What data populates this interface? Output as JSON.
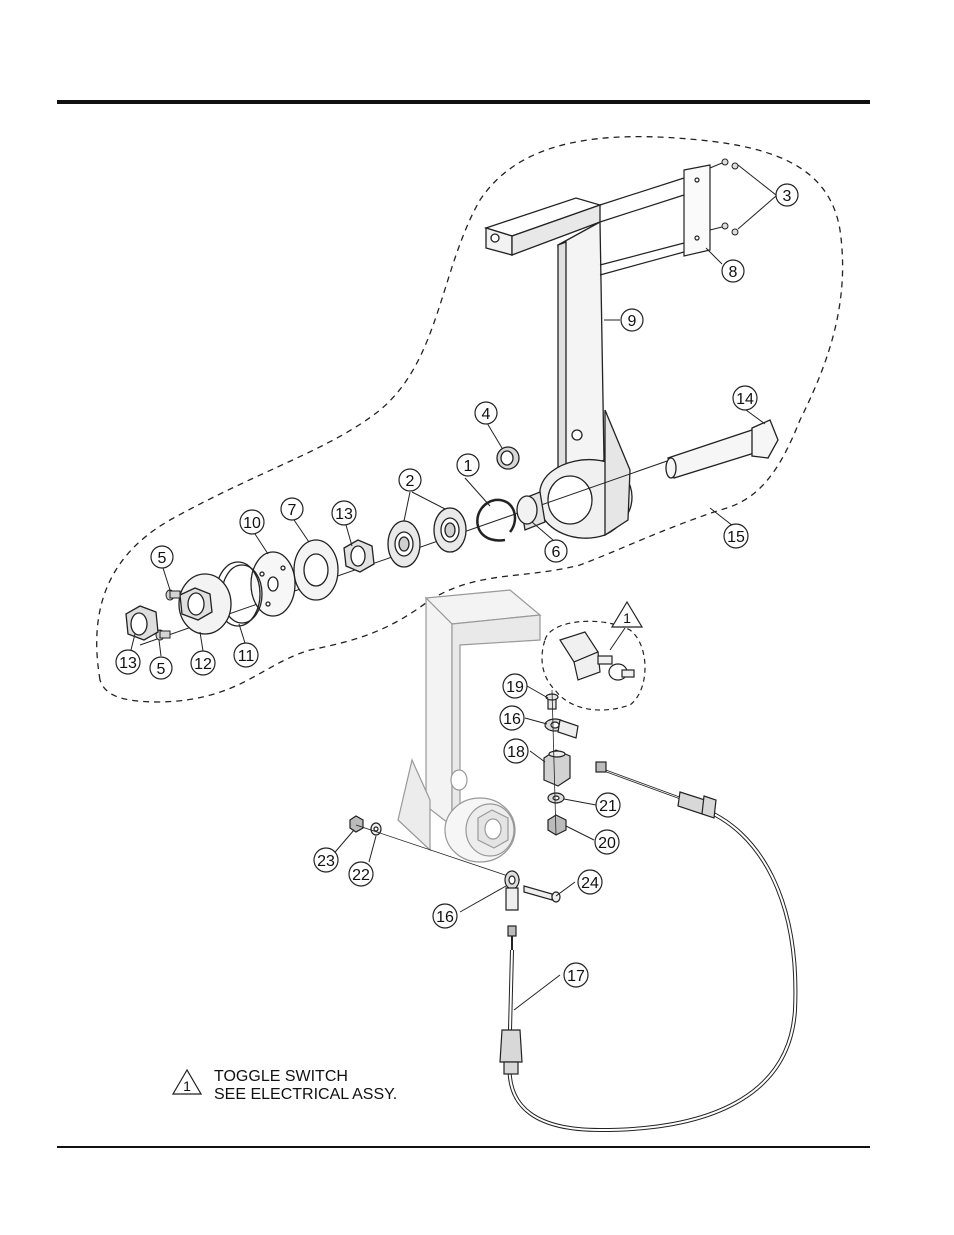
{
  "callouts": [
    "1",
    "2",
    "3",
    "4",
    "5",
    "5",
    "6",
    "7",
    "8",
    "9",
    "10",
    "11",
    "12",
    "13",
    "13",
    "14",
    "15",
    "16",
    "16",
    "17",
    "18",
    "19",
    "20",
    "21",
    "22",
    "23",
    "24"
  ],
  "note_marker": "1",
  "note": {
    "line1": "TOGGLE SWITCH",
    "line2": "SEE ELECTRICAL ASSY."
  }
}
